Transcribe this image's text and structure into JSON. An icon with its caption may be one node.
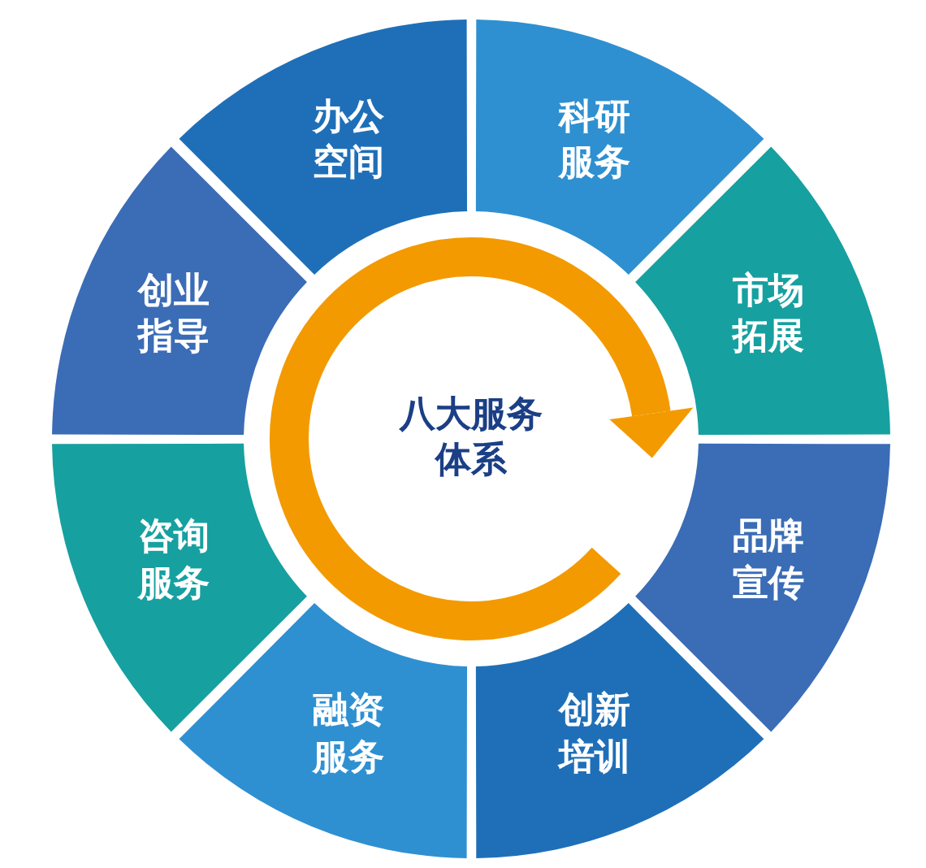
{
  "diagram": {
    "nodes": [
      {
        "text": [
          "八大服务体系"
        ]
      },
      {
        "text": [
          "办公空间"
        ]
      },
      {
        "text": [
          "科研服务"
        ]
      },
      {
        "text": [
          "市场拓展"
        ]
      },
      {
        "text": [
          "品牌宣传"
        ]
      },
      {
        "text": [
          "创新培训"
        ]
      },
      {
        "text": [
          "融资服务"
        ]
      },
      {
        "text": [
          "咨询服务"
        ]
      },
      {
        "text": [
          "创业指导"
        ]
      }
    ]
  }
}
